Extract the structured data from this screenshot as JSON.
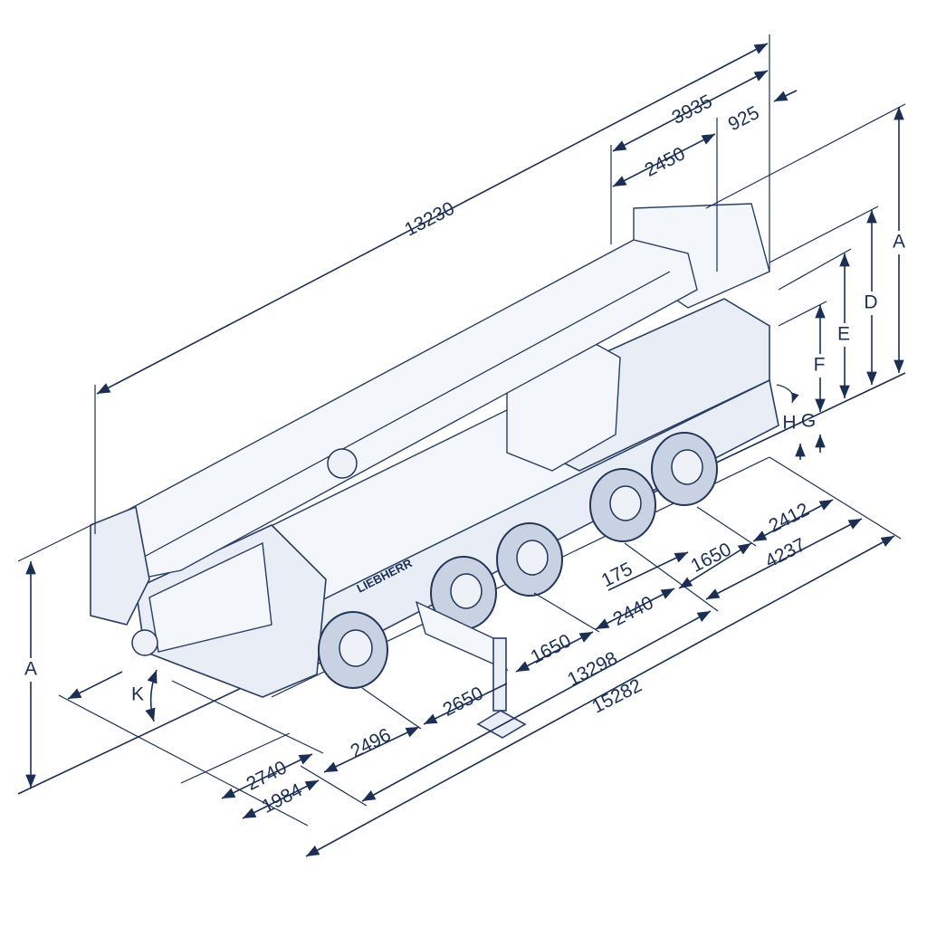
{
  "title_logo": "LIEBHERR",
  "colors": {
    "ink": "#1b2f55",
    "body": "#e8edf6",
    "tire": "#c9d2e2"
  },
  "dimensions": {
    "overall_boom_length": "13230",
    "rear_overhang_top": "3935",
    "rear_925": "925",
    "rear_2450": "2450",
    "height_A_right": "A",
    "height_D": "D",
    "height_E": "E",
    "height_F": "F",
    "height_G": "G",
    "height_H": "H",
    "angle_K": "K",
    "height_A_left": "A",
    "rear_2412": "2412",
    "rear_4237": "4237",
    "axle_1650_rear": "1650",
    "offset_175": "175",
    "axle_2440": "2440",
    "axle_1650_front": "1650",
    "length_13298": "13298",
    "length_15282": "15282",
    "axle_2650": "2650",
    "axle_2496": "2496",
    "front_2740": "2740",
    "front_1984": "1984"
  }
}
